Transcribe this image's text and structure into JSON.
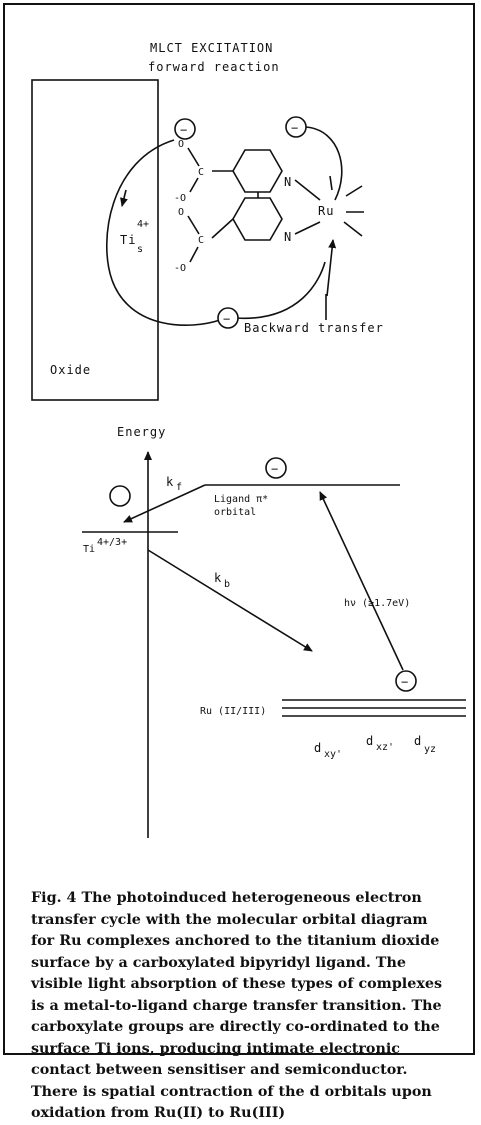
{
  "top": {
    "title_line1": "MLCT EXCITATION",
    "title_line2": "forward reaction",
    "ti_label": "Ti",
    "ti_sub": "s",
    "ti_sup": "4+",
    "ru_label": "Ru",
    "n_label": "N",
    "c_label": "C",
    "o_label": "O",
    "ominus_label": "-O",
    "backward_label": "Backward transfer",
    "oxide_label": "Oxide",
    "electron_symbol": "−"
  },
  "energy": {
    "axis_label": "Energy",
    "kf_label": "k",
    "kf_sub": "f",
    "kb_label": "k",
    "kb_sub": "b",
    "ligand_line1": "Ligand π*",
    "ligand_line2": "orbital",
    "ti_label": "Ti",
    "ti_sup": "4+/3+",
    "hv_label": "hν (≥1.7eV)",
    "ru_label": "Ru (II/III)",
    "d_labels": "d",
    "d_xy": "xy'",
    "d_xz": "xz'",
    "d_yz": "yz"
  },
  "caption": {
    "text": "Fig. 4 The photoinduced heterogeneous electron transfer cycle with the molecular orbital diagram for Ru complexes anchored to the titanium dioxide surface by a carboxylated bipyridyl ligand. The visible light absorption of these types of complexes is a metal-to-ligand charge transfer transition. The carboxylate groups are directly co-ordinated to the surface Ti ions, producing intimate electronic contact between sensitiser and semiconductor. There is spatial contraction of the d orbitals upon oxidation from Ru(II) to Ru(III)"
  }
}
